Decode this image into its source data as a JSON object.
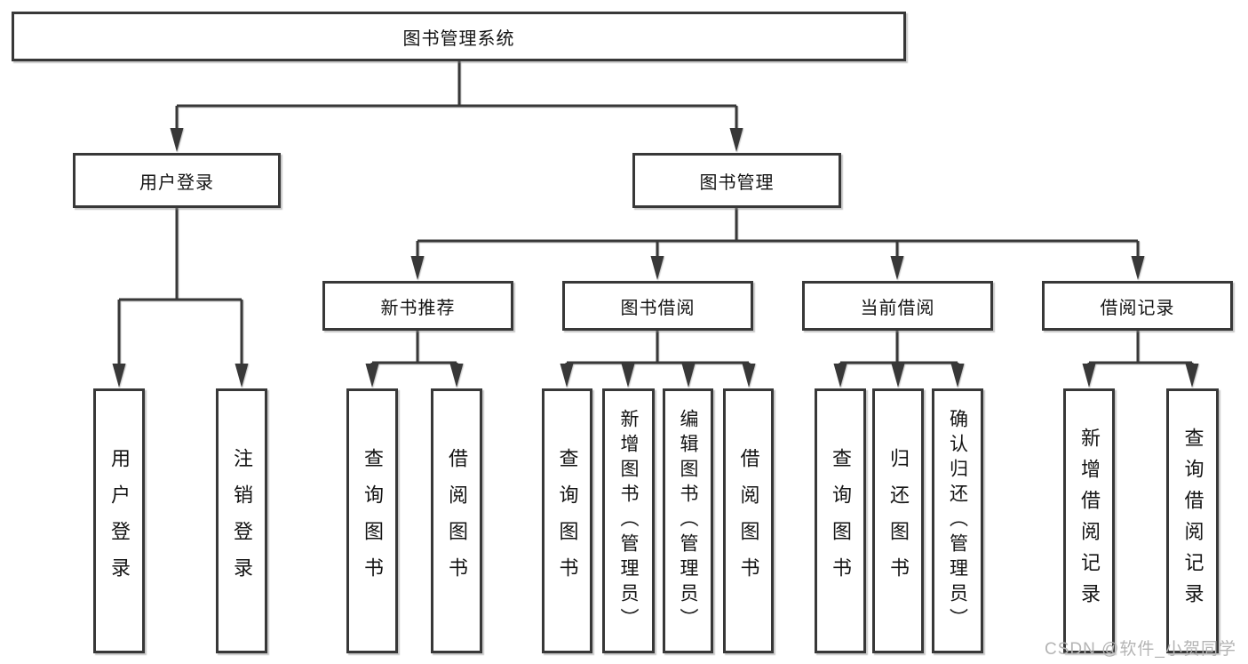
{
  "tree": {
    "root": {
      "label": "图书管理系统",
      "children": [
        {
          "label": "用户登录",
          "children": [
            {
              "label": "用户登录"
            },
            {
              "label": "注销登录"
            }
          ]
        },
        {
          "label": "图书管理",
          "children": [
            {
              "label": "新书推荐",
              "children": [
                {
                  "label": "查询图书"
                },
                {
                  "label": "借阅图书"
                }
              ]
            },
            {
              "label": "图书借阅",
              "children": [
                {
                  "label": "查询图书"
                },
                {
                  "label": "新增图书（管理员）"
                },
                {
                  "label": "编辑图书（管理员）"
                },
                {
                  "label": "借阅图书"
                }
              ]
            },
            {
              "label": "当前借阅",
              "children": [
                {
                  "label": "查询图书"
                },
                {
                  "label": "归还图书"
                },
                {
                  "label": "确认归还（管理员）"
                }
              ]
            },
            {
              "label": "借阅记录",
              "children": [
                {
                  "label": "新增借阅记录"
                },
                {
                  "label": "查询借阅记录"
                }
              ]
            }
          ]
        }
      ]
    }
  },
  "watermark": {
    "text": "CSDN @软件_小贺同学"
  },
  "colors": {
    "line": "#383838",
    "text": "#141414",
    "watermark": "#b4b4b4",
    "background": "#ffffff"
  }
}
